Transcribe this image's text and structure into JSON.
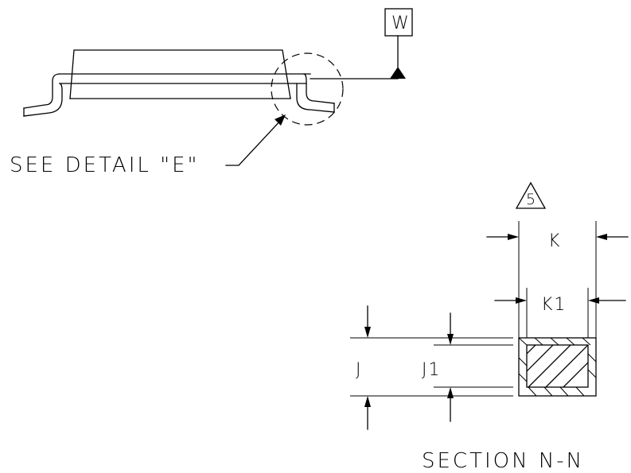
{
  "labels": {
    "datum": "W",
    "detail_callout": "SEE DETAIL \"E\"",
    "flag_number": "5",
    "dim_k": "K",
    "dim_k1": "K1",
    "dim_j": "J",
    "dim_j1": "J1",
    "section_title": "SECTION N-N"
  }
}
